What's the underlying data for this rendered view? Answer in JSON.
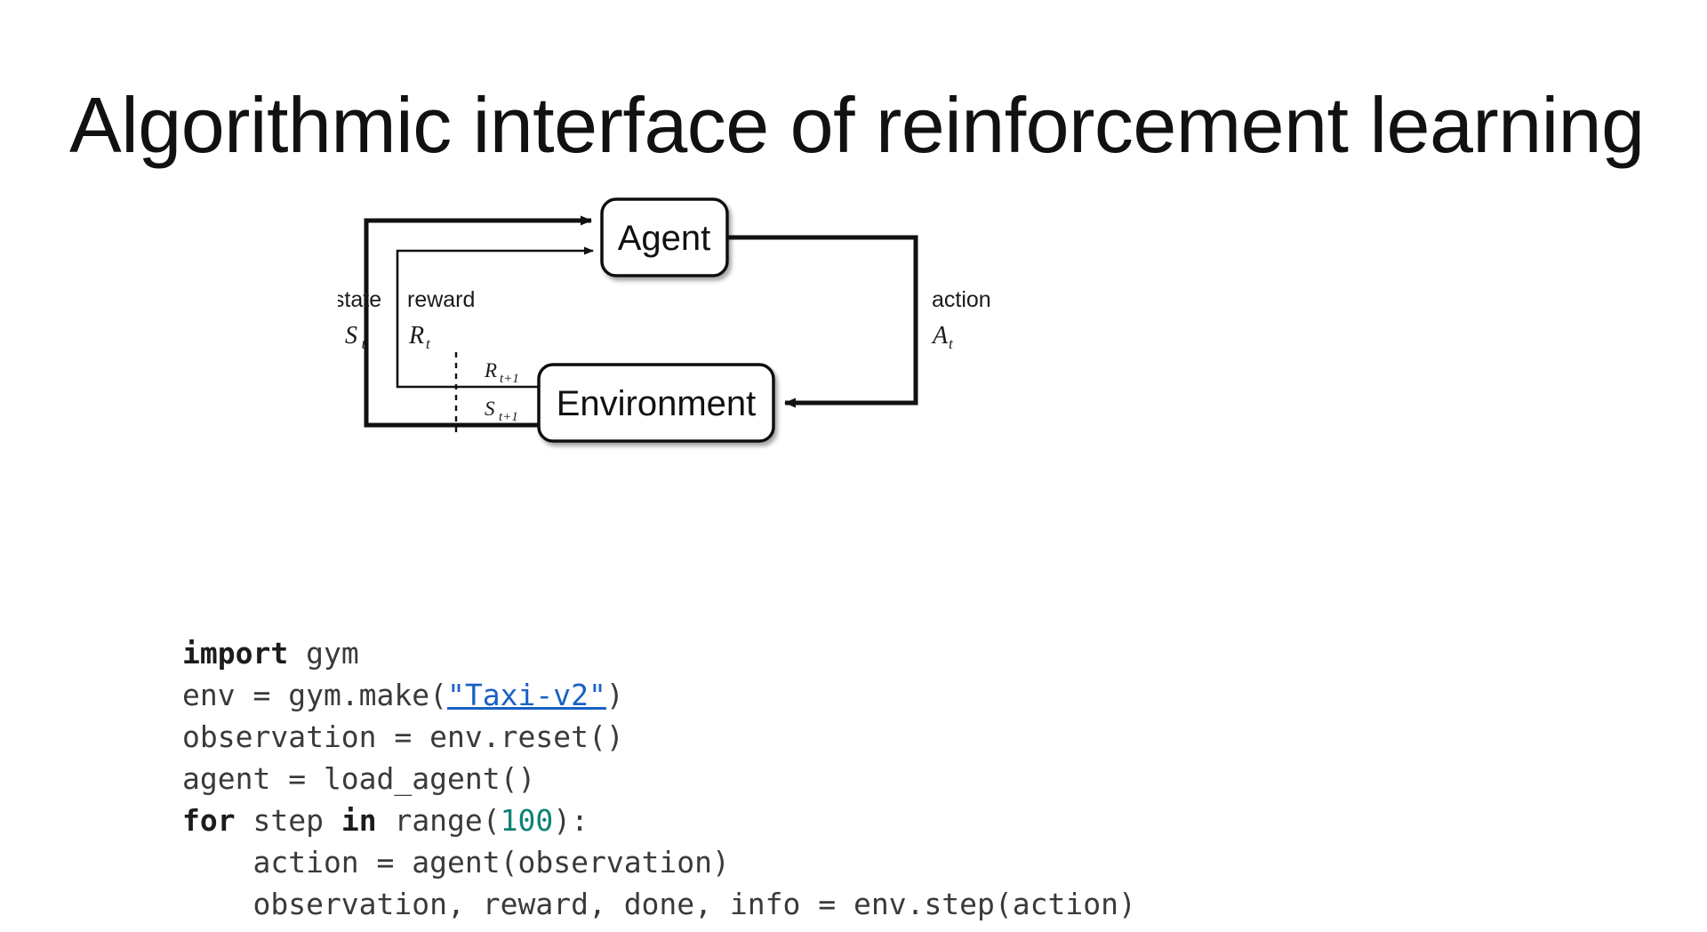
{
  "slide": {
    "title": "Algorithmic interface of reinforcement learning",
    "background_color": "#ffffff",
    "text_color": "#111111"
  },
  "diagram": {
    "name": "agent-environment-interaction-loop",
    "nodes": [
      {
        "id": "agent",
        "label": "Agent"
      },
      {
        "id": "environment",
        "label": "Environment"
      }
    ],
    "edges": [
      {
        "id": "state",
        "from": "environment",
        "to": "agent",
        "word": "state",
        "symbol": "S",
        "symbol_sub": "t",
        "tail_symbol": "S",
        "tail_symbol_sub": "t+1",
        "style": "thick"
      },
      {
        "id": "reward",
        "from": "environment",
        "to": "agent",
        "word": "reward",
        "symbol": "R",
        "symbol_sub": "t",
        "tail_symbol": "R",
        "tail_symbol_sub": "t+1",
        "style": "thin"
      },
      {
        "id": "action",
        "from": "agent",
        "to": "environment",
        "word": "action",
        "symbol": "A",
        "symbol_sub": "t",
        "style": "thick"
      }
    ],
    "time_boundary": {
      "style": "dashed-vertical"
    }
  },
  "code": {
    "language": "python",
    "link_color": "#1961c4",
    "number_color": "#0b8274",
    "keyword_color": "#1c1c1c",
    "lines": [
      {
        "id": "line-1",
        "text": "import gym",
        "tokens": [
          {
            "t": "import",
            "k": "kw"
          },
          {
            "t": " gym",
            "k": "plain"
          }
        ]
      },
      {
        "id": "line-2",
        "text": "env = gym.make(\"Taxi-v2\")",
        "tokens": [
          {
            "t": "env = gym.make(",
            "k": "plain"
          },
          {
            "t": "\"Taxi-v2\"",
            "k": "link"
          },
          {
            "t": ")",
            "k": "plain"
          }
        ]
      },
      {
        "id": "line-3",
        "text": "observation = env.reset()",
        "tokens": [
          {
            "t": "observation = env.reset()",
            "k": "plain"
          }
        ]
      },
      {
        "id": "line-4",
        "text": "agent = load_agent()",
        "tokens": [
          {
            "t": "agent = load_agent()",
            "k": "plain"
          }
        ]
      },
      {
        "id": "line-5",
        "text": "for step in range(100):",
        "tokens": [
          {
            "t": "for",
            "k": "kw"
          },
          {
            "t": " step ",
            "k": "plain"
          },
          {
            "t": "in",
            "k": "kw"
          },
          {
            "t": " range(",
            "k": "plain"
          },
          {
            "t": "100",
            "k": "num"
          },
          {
            "t": "):",
            "k": "plain"
          }
        ]
      },
      {
        "id": "line-6",
        "text": "    action = agent(observation)",
        "tokens": [
          {
            "t": "    action = agent(observation)",
            "k": "plain"
          }
        ]
      },
      {
        "id": "line-7",
        "text": "    observation, reward, done, info = env.step(action)",
        "tokens": [
          {
            "t": "    observation, reward, done, info = env.step(action)",
            "k": "plain"
          }
        ]
      }
    ]
  }
}
